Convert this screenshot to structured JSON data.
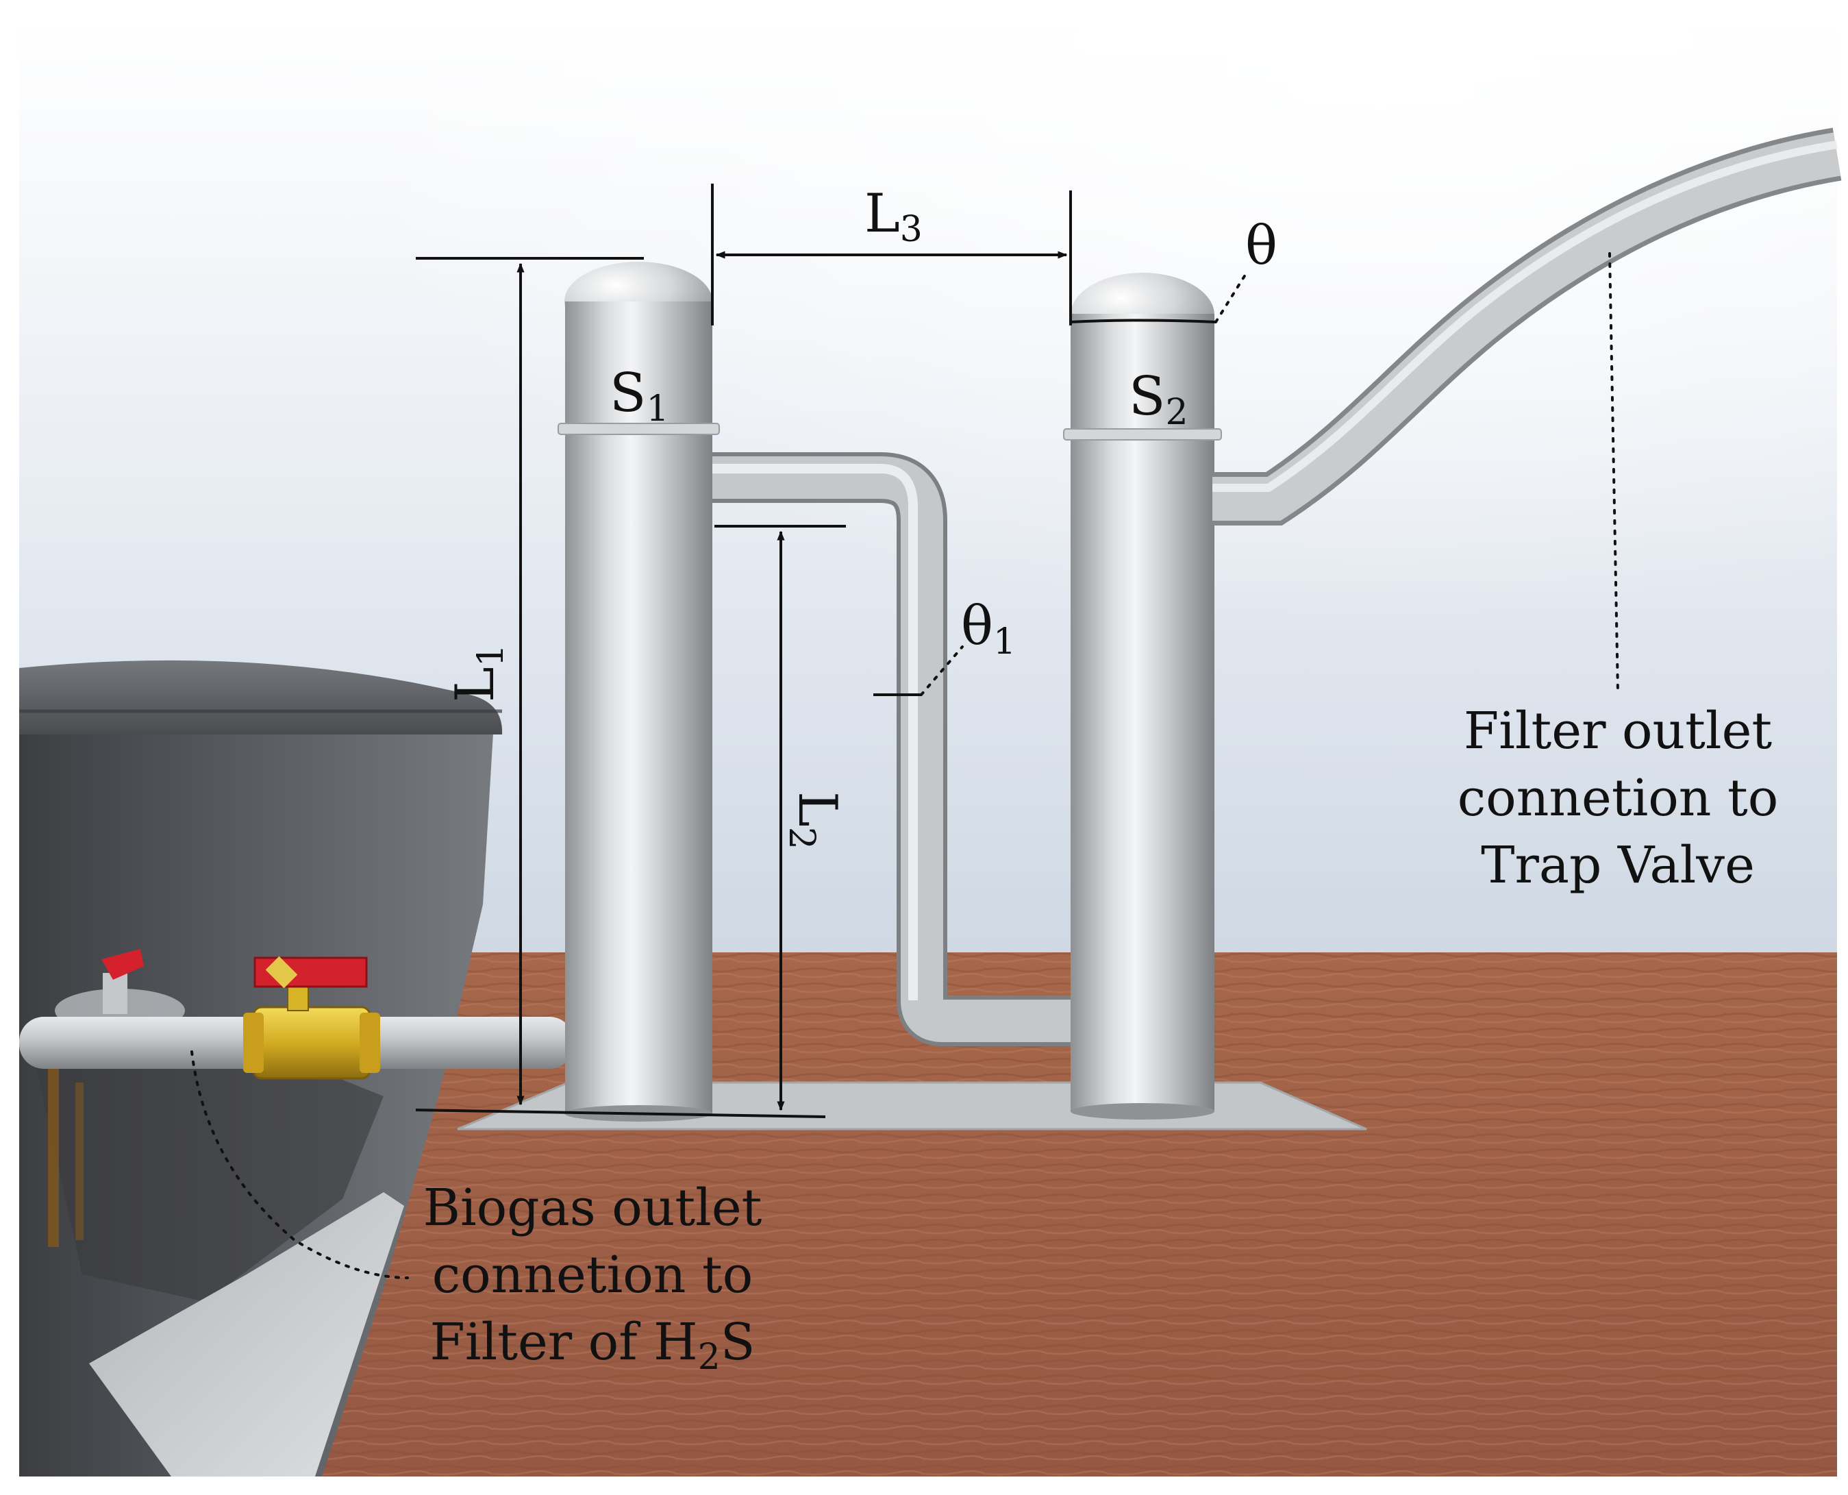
{
  "labels": {
    "l1": {
      "main": "L",
      "sub": "1"
    },
    "l2": {
      "main": "L",
      "sub": "2"
    },
    "l3": {
      "main": "L",
      "sub": "3"
    },
    "s1": {
      "main": "S",
      "sub": "1"
    },
    "s2": {
      "main": "S",
      "sub": "2"
    },
    "theta": "θ",
    "theta1": {
      "main": "θ",
      "sub": "1"
    }
  },
  "callouts": {
    "filter_outlet": [
      "Filter outlet",
      "connetion to",
      "Trap Valve"
    ],
    "biogas_outlet": {
      "line1": "Biogas outlet",
      "line2": "connetion to",
      "line3_prefix": "Filter of H",
      "line3_sub": "2",
      "line3_suffix": "S"
    }
  },
  "colors": {
    "ground": "#a4654a",
    "pipe": "#c9cbcd",
    "tank": "#55585d",
    "valve_body": "#d7b326",
    "valve_handle": "#d3222b"
  },
  "icons": [
    "ball-valve-icon"
  ]
}
